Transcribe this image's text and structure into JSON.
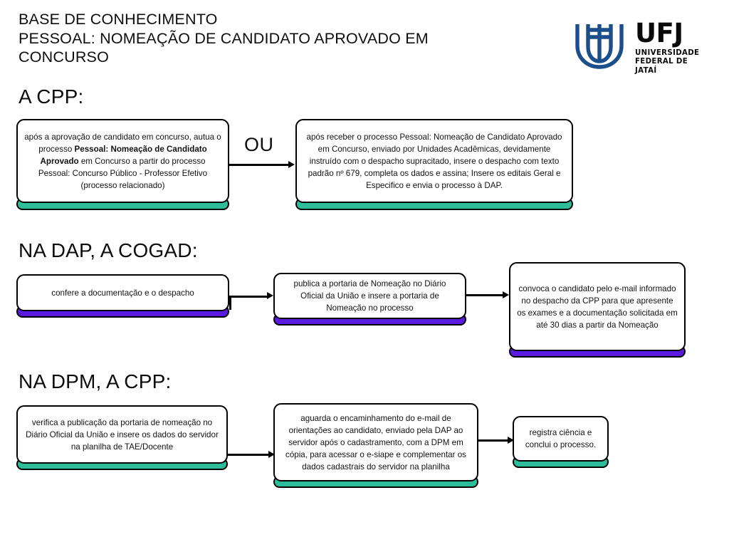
{
  "header": {
    "title": "BASE DE CONHECIMENTO\nPESSOAL: NOMEAÇÃO DE CANDIDATO APROVADO EM\nCONCURSO"
  },
  "logo": {
    "name": "ufj-logo",
    "acronym": "UFJ",
    "subtitle": "UNIVERSIDADE\nFEDERAL DE JATAÍ",
    "mark_color": "#1c4e8c",
    "text_color": "#0a0a0a"
  },
  "colors": {
    "teal_shadow": "#2ebd9a",
    "purple_shadow": "#5a1ae0",
    "border": "#000000",
    "text": "#111111",
    "background": "#ffffff"
  },
  "connector_labels": {
    "ou": "OU"
  },
  "sections": [
    {
      "id": "a-cpp",
      "heading": "A CPP:",
      "accent": "#2ebd9a",
      "nodes": [
        {
          "id": "cpp-autua",
          "text_html": "após a aprovação de candidato em concurso, autua o processo <b>Pessoal: Nomeação de Candidato Aprovado</b> em Concurso a partir do processo Pessoal: Concurso Público - Professor Efetivo (processo relacionado)",
          "text_plain": "após a aprovação de candidato em concurso, autua o processo Pessoal: Nomeação de Candidato Aprovado em Concurso a partir do processo Pessoal: Concurso Público - Professor Efetivo (processo relacionado)"
        },
        {
          "id": "cpp-recebe",
          "text_html": "após receber o processo Pessoal: Nomeação de Candidato Aprovado em Concurso, enviado por Unidades Acadêmicas, devidamente instruído com o despacho supracitado, insere o despacho com texto padrão nº 679, completa os dados e assina; Insere os editais Geral e Especifico e envia o processo à DAP.",
          "text_plain": "após receber o processo Pessoal: Nomeação de Candidato Aprovado em Concurso, enviado por Unidades Acadêmicas, devidamente instruído com o despacho supracitado, insere o despacho com texto padrão nº 679, completa os dados e assina; Insere os editais Geral e Especifico e envia o processo à DAP."
        }
      ]
    },
    {
      "id": "na-dap-a-cogad",
      "heading": "NA DAP, A COGAD:",
      "accent": "#5a1ae0",
      "nodes": [
        {
          "id": "cogad-confere",
          "text_html": "confere a documentação e o despacho",
          "text_plain": "confere a documentação e o despacho"
        },
        {
          "id": "cogad-publica",
          "text_html": "publica a portaria de Nomeação no Diário Oficial da União e insere a portaria de Nomeação no processo",
          "text_plain": "publica a portaria de Nomeação no Diário Oficial da União e insere a portaria de Nomeação no processo"
        },
        {
          "id": "cogad-convoca",
          "text_html": "convoca o candidato pelo e-mail informado no despacho da CPP para que apresente os exames e a documentação solicitada em até 30 dias a partir da Nomeação",
          "text_plain": "convoca o candidato pelo e-mail informado no despacho da CPP para que apresente os exames e a documentação solicitada em até 30 dias a partir da Nomeação"
        }
      ]
    },
    {
      "id": "na-dpm-a-cpp",
      "heading": "NA DPM, A CPP:",
      "accent": "#2ebd9a",
      "nodes": [
        {
          "id": "dpm-verifica",
          "text_html": "verifica a publicação da portaria de nomeação no Diário Oficial da União e insere os dados do servidor na planilha de TAE/Docente",
          "text_plain": "verifica a publicação da portaria de nomeação no Diário Oficial da União e insere os dados do servidor na planilha de TAE/Docente"
        },
        {
          "id": "dpm-aguarda",
          "text_html": "aguarda o encaminhamento do e-mail de orientações ao candidato, enviado pela DAP ao servidor após o cadastramento, com a DPM em cópia, para acessar o e-siape e complementar os dados cadastrais do servidor na planilha",
          "text_plain": "aguarda o encaminhamento do e-mail de orientações ao candidato, enviado pela DAP ao servidor após o cadastramento, com a DPM em cópia, para acessar o e-siape e complementar os dados cadastrais do servidor na planilha"
        },
        {
          "id": "dpm-registra",
          "text_html": "registra ciência e conclui o processo.",
          "text_plain": "registra ciência e conclui o processo."
        }
      ]
    }
  ]
}
